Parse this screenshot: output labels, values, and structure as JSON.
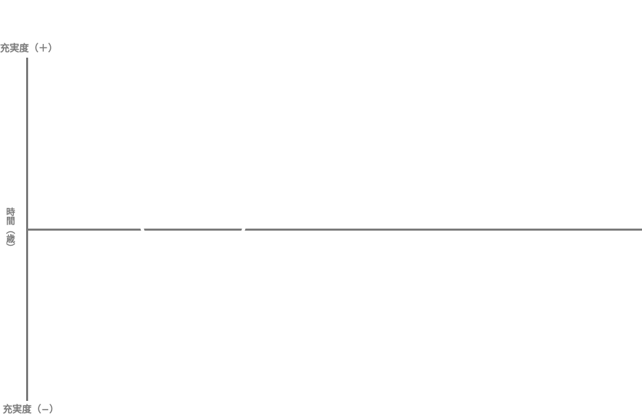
{
  "diagram": {
    "y_axis_top_label": "充実度（＋）",
    "y_axis_bottom_label": "充実度（−）",
    "x_axis_label": "時間（歳）"
  },
  "colors": {
    "axis": "#7a7a7a",
    "background": "#ffffff"
  }
}
